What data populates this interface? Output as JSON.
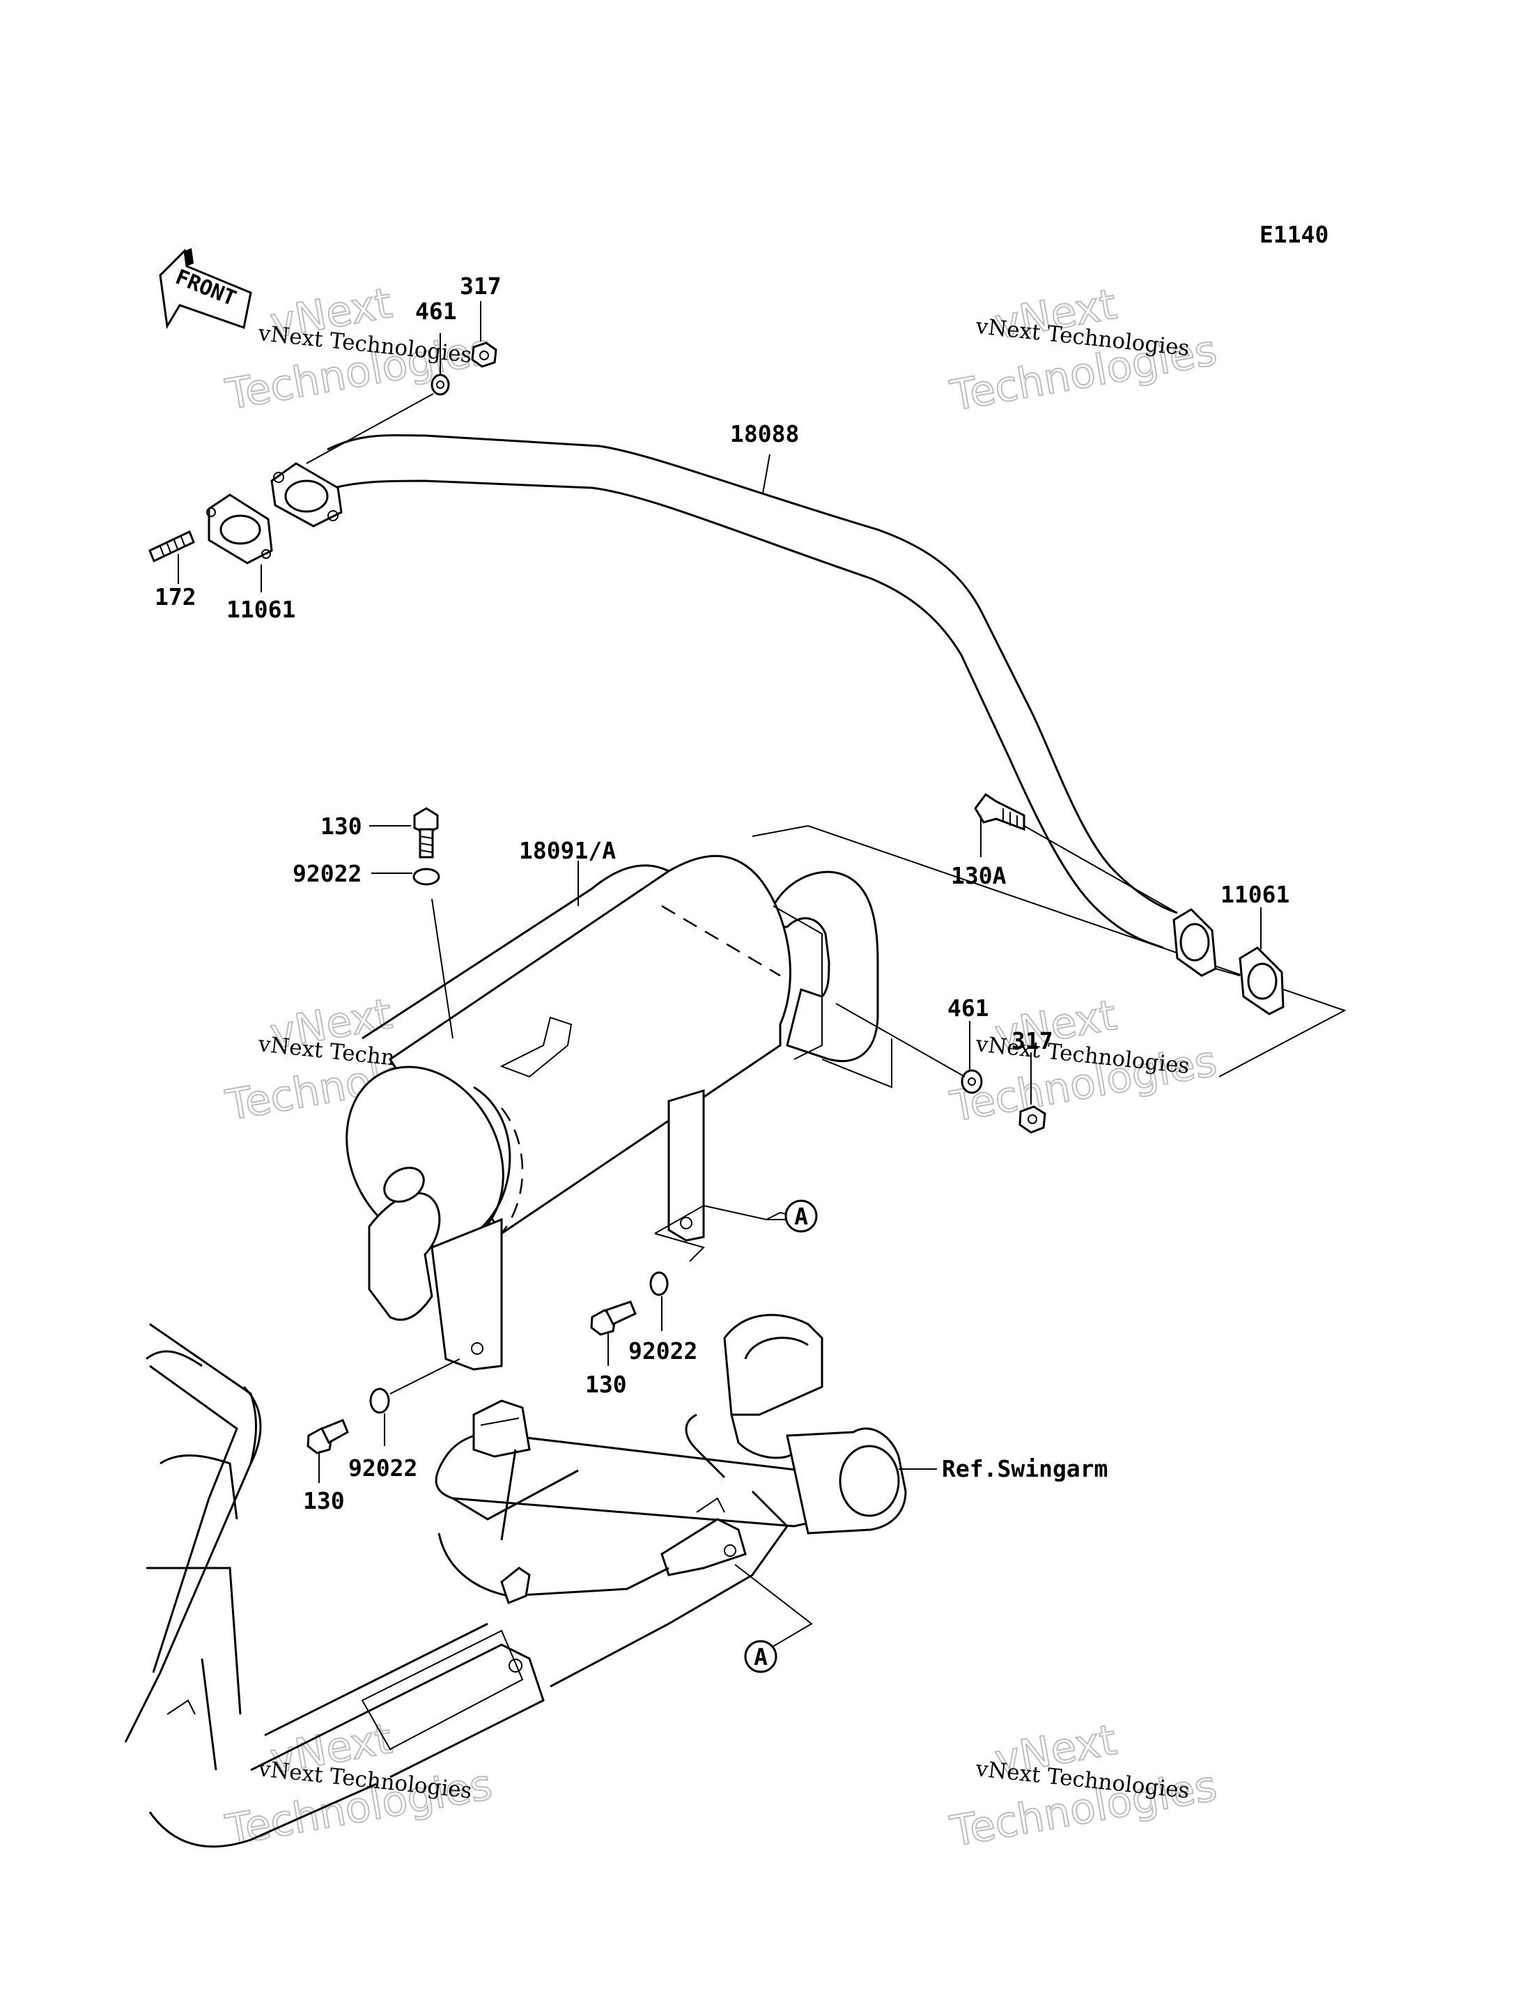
{
  "diagram_code": "E1140",
  "front_label": "FRONT",
  "callouts": {
    "c317_top": "317",
    "c461_top": "461",
    "c18088": "18088",
    "c172": "172",
    "c11061_left": "11061",
    "c130_top": "130",
    "c92022_top": "92022",
    "c18091A": "18091/A",
    "c130A": "130A",
    "c11061_right": "11061",
    "c461_mid": "461",
    "c317_mid": "317",
    "c130_mid": "130",
    "c92022_mid": "92022",
    "c130_low": "130",
    "c92022_low": "92022",
    "ref_swingarm": "Ref.Swingarm",
    "ref_a_top": "A",
    "ref_a_bottom": "A"
  },
  "watermark": {
    "brand_line1": "vNext",
    "brand_line2": "Technologies",
    "caption": "vNext Technologies"
  }
}
